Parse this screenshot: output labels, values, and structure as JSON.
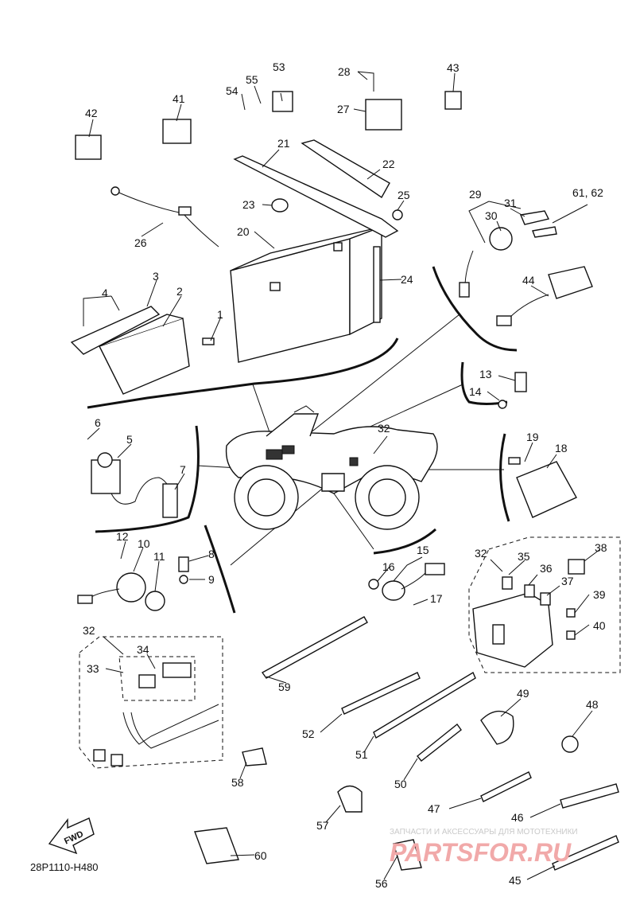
{
  "diagram_code": "28P1110-H480",
  "fwd_label": "FWD",
  "watermark": {
    "line1": "ЗАПЧАСТИ И АКСЕССУАРЫ ДЛЯ МОТОТЕХНИКИ",
    "line2": "PARTSFOR.RU"
  },
  "callouts": [
    {
      "id": "c1",
      "label": "1"
    },
    {
      "id": "c2",
      "label": "2"
    },
    {
      "id": "c3",
      "label": "3"
    },
    {
      "id": "c4",
      "label": "4"
    },
    {
      "id": "c5",
      "label": "5"
    },
    {
      "id": "c6",
      "label": "6"
    },
    {
      "id": "c7",
      "label": "7"
    },
    {
      "id": "c8",
      "label": "8"
    },
    {
      "id": "c9",
      "label": "9"
    },
    {
      "id": "c10",
      "label": "10"
    },
    {
      "id": "c11",
      "label": "11"
    },
    {
      "id": "c12",
      "label": "12"
    },
    {
      "id": "c13",
      "label": "13"
    },
    {
      "id": "c14",
      "label": "14"
    },
    {
      "id": "c15",
      "label": "15"
    },
    {
      "id": "c16",
      "label": "16"
    },
    {
      "id": "c17",
      "label": "17"
    },
    {
      "id": "c18",
      "label": "18"
    },
    {
      "id": "c19",
      "label": "19"
    },
    {
      "id": "c20",
      "label": "20"
    },
    {
      "id": "c21",
      "label": "21"
    },
    {
      "id": "c22",
      "label": "22"
    },
    {
      "id": "c23",
      "label": "23"
    },
    {
      "id": "c24",
      "label": "24"
    },
    {
      "id": "c25",
      "label": "25"
    },
    {
      "id": "c26",
      "label": "26"
    },
    {
      "id": "c27",
      "label": "27"
    },
    {
      "id": "c28",
      "label": "28"
    },
    {
      "id": "c29",
      "label": "29"
    },
    {
      "id": "c30",
      "label": "30"
    },
    {
      "id": "c31",
      "label": "31"
    },
    {
      "id": "c32a",
      "label": "32"
    },
    {
      "id": "c32b",
      "label": "32"
    },
    {
      "id": "c32c",
      "label": "32"
    },
    {
      "id": "c33",
      "label": "33"
    },
    {
      "id": "c34",
      "label": "34"
    },
    {
      "id": "c35",
      "label": "35"
    },
    {
      "id": "c36",
      "label": "36"
    },
    {
      "id": "c37",
      "label": "37"
    },
    {
      "id": "c38",
      "label": "38"
    },
    {
      "id": "c39",
      "label": "39"
    },
    {
      "id": "c40",
      "label": "40"
    },
    {
      "id": "c41",
      "label": "41"
    },
    {
      "id": "c42",
      "label": "42"
    },
    {
      "id": "c43",
      "label": "43"
    },
    {
      "id": "c44",
      "label": "44"
    },
    {
      "id": "c45",
      "label": "45"
    },
    {
      "id": "c46",
      "label": "46"
    },
    {
      "id": "c47",
      "label": "47"
    },
    {
      "id": "c48",
      "label": "48"
    },
    {
      "id": "c49",
      "label": "49"
    },
    {
      "id": "c50",
      "label": "50"
    },
    {
      "id": "c51",
      "label": "51"
    },
    {
      "id": "c52",
      "label": "52"
    },
    {
      "id": "c53",
      "label": "53"
    },
    {
      "id": "c54",
      "label": "54"
    },
    {
      "id": "c55",
      "label": "55"
    },
    {
      "id": "c56",
      "label": "56"
    },
    {
      "id": "c57",
      "label": "57"
    },
    {
      "id": "c58",
      "label": "58"
    },
    {
      "id": "c59",
      "label": "59"
    },
    {
      "id": "c60",
      "label": "60"
    },
    {
      "id": "c6162",
      "label": "61, 62"
    }
  ]
}
